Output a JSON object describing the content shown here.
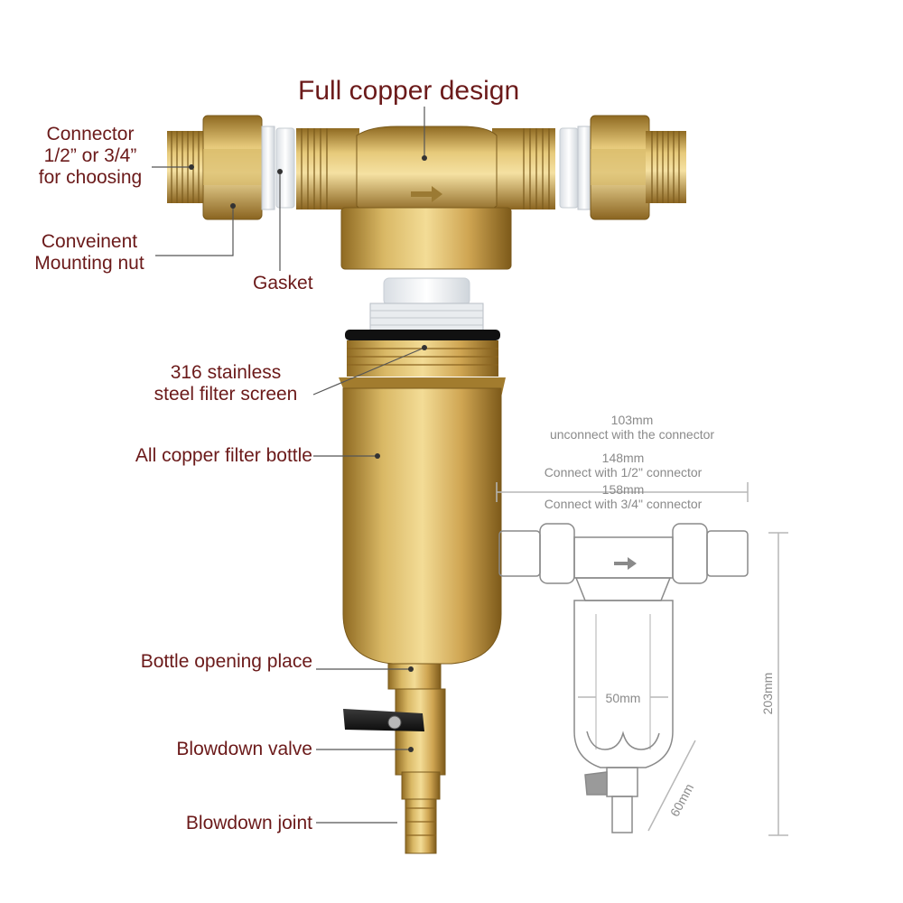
{
  "title": "Full copper design",
  "labels": {
    "connector": {
      "line1": "Connector",
      "line2": "1/2” or 3/4”",
      "line3": "for choosing"
    },
    "mounting_nut": {
      "line1": "Conveinent",
      "line2": "Mounting nut"
    },
    "gasket": "Gasket",
    "filter_screen": {
      "line1": "316 stainless",
      "line2": "steel filter screen"
    },
    "filter_bottle": "All copper filter bottle",
    "bottle_opening": "Bottle opening place",
    "blowdown_valve": "Blowdown valve",
    "blowdown_joint": "Blowdown joint"
  },
  "dimensions": {
    "width_unconnected": {
      "value": "103mm",
      "note": "unconnect with the connector"
    },
    "width_half_inch": {
      "value": "148mm",
      "note": "Connect with 1/2\" connector"
    },
    "width_three_quarter": {
      "value": "158mm",
      "note": "Connect with 3/4\" connector"
    },
    "inner": "50mm",
    "height": "203mm",
    "depth": "60mm"
  },
  "colors": {
    "label_text": "#6b1a1a",
    "brass": "#c9a24e",
    "dimension_text": "#8a8a8a"
  }
}
